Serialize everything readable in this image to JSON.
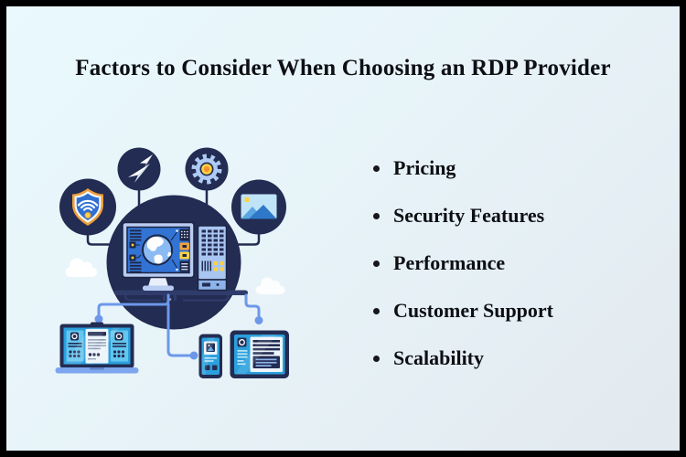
{
  "title": "Factors to Consider When Choosing an RDP Provider",
  "factors": {
    "items": [
      {
        "label": "Pricing"
      },
      {
        "label": "Security Features"
      },
      {
        "label": "Performance"
      },
      {
        "label": "Customer Support"
      },
      {
        "label": "Scalability"
      }
    ]
  },
  "illustration": {
    "icons": [
      {
        "name": "shield-wifi-icon"
      },
      {
        "name": "paper-plane-icon"
      },
      {
        "name": "gear-icon"
      },
      {
        "name": "image-icon"
      },
      {
        "name": "monitor-globe-icon"
      },
      {
        "name": "server-icon"
      },
      {
        "name": "laptop-icon"
      },
      {
        "name": "smartphone-icon"
      },
      {
        "name": "tablet-icon"
      },
      {
        "name": "cloud-icon"
      }
    ]
  },
  "colors": {
    "border": "#000000",
    "background_start": "#e9f9fd",
    "background_end": "#e2e9ef",
    "navy": "#232c52",
    "desk_navy": "#2f3c6b",
    "screen_blue": "#3273d4",
    "device_screen_blue": "#2ba0dd",
    "device_panel_blue": "#62c6ef",
    "connector_blue": "#6d98ea",
    "gear_light_blue": "#aecbf5",
    "monitor_frame": "#b9ccf1",
    "server_blue": "#a9c6f2",
    "shield_orange": "#ee9f3c",
    "yellow": "#fdd244",
    "text": "#0d0f14"
  }
}
